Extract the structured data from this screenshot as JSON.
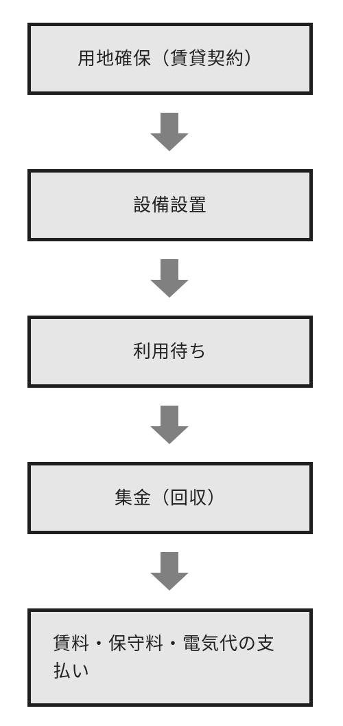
{
  "flow": {
    "steps": [
      {
        "label": "用地確保（賃貸契約）"
      },
      {
        "label": "設備設置"
      },
      {
        "label": "利用待ち"
      },
      {
        "label": "集金（回収）"
      },
      {
        "label": "賃料・保守料・電気代の支払い"
      }
    ],
    "arrow_icon": "down-arrow-icon"
  },
  "colors": {
    "box_fill": "#e6e6e6",
    "box_border": "#1f1f1f",
    "arrow": "#808080",
    "text": "#222222"
  }
}
